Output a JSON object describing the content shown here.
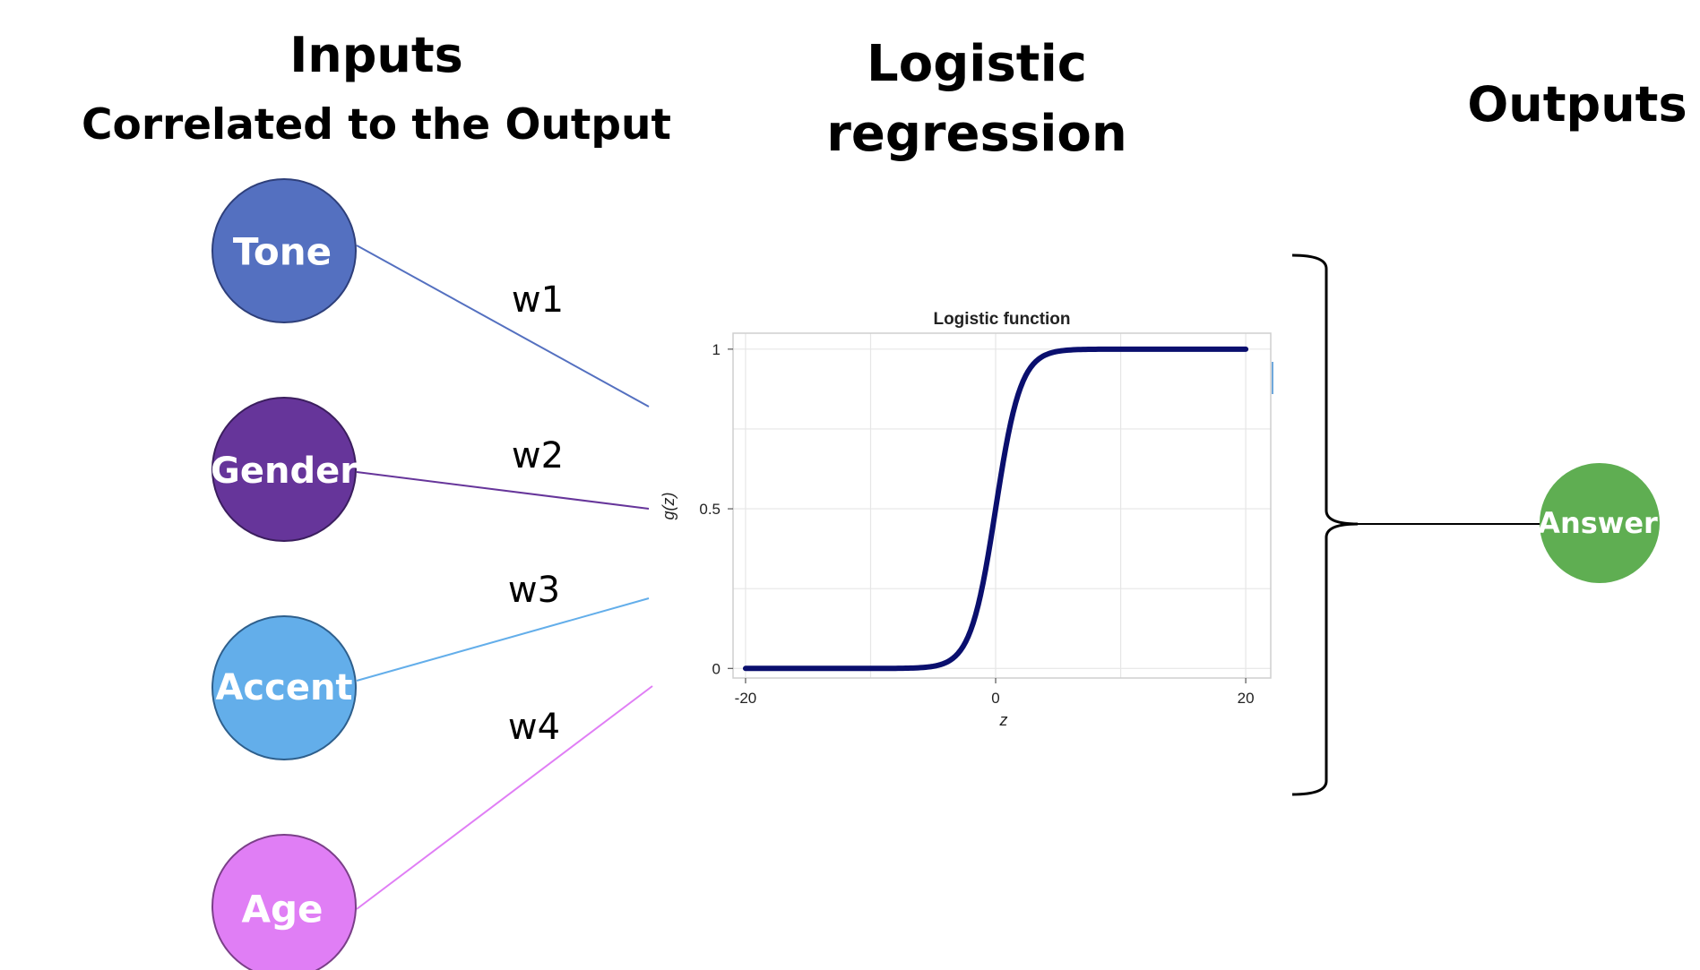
{
  "headings": {
    "inputs_title": "Inputs",
    "inputs_subtitle": "Correlated to the Output",
    "model_line1": "Logistic",
    "model_line2": "regression",
    "outputs_title": "Outputs"
  },
  "inputs": [
    {
      "label": "Tone",
      "weight": "w1",
      "color": "#5470C0"
    },
    {
      "label": "Gender",
      "weight": "w2",
      "color": "#66359A"
    },
    {
      "label": "Accent",
      "weight": "w3",
      "color": "#63AEEA"
    },
    {
      "label": "Age",
      "weight": "w4",
      "color": "#E07EF5"
    }
  ],
  "output": {
    "label": "Answer",
    "color": "#5FAE52"
  },
  "chart_data": {
    "type": "line",
    "title": "Logistic function",
    "xlabel": "z",
    "ylabel": "g(z)",
    "xlim": [
      -21,
      22
    ],
    "ylim": [
      -0.03,
      1.05
    ],
    "xticks": [
      -20,
      0,
      20
    ],
    "xtick_labels": [
      "-20",
      "0",
      "20"
    ],
    "yticks": [
      0,
      0.5,
      1
    ],
    "ytick_labels": [
      "0",
      "0.5",
      "1"
    ],
    "grid": true,
    "series": [
      {
        "function": "1/(1+exp(-z))",
        "x_range": [
          -20,
          20
        ],
        "color": "#0A0F6E"
      }
    ]
  }
}
